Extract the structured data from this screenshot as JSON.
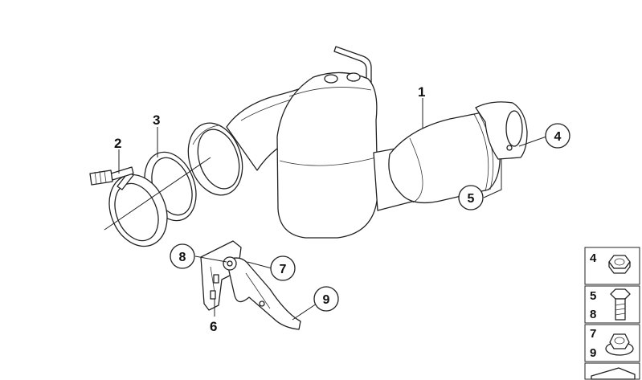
{
  "diagram": {
    "callouts_plain": [
      {
        "id": "1",
        "label": "1"
      },
      {
        "id": "2",
        "label": "2"
      },
      {
        "id": "3",
        "label": "3"
      },
      {
        "id": "6",
        "label": "6"
      }
    ],
    "callouts_circled": [
      {
        "id": "4",
        "label": "4"
      },
      {
        "id": "5",
        "label": "5"
      },
      {
        "id": "7",
        "label": "7"
      },
      {
        "id": "8",
        "label": "8"
      },
      {
        "id": "9",
        "label": "9"
      }
    ],
    "legend": [
      {
        "numbers": [
          "4"
        ],
        "icon": "nut-icon"
      },
      {
        "numbers": [
          "5",
          "8"
        ],
        "icon": "bolt-icon"
      },
      {
        "numbers": [
          "7",
          "9"
        ],
        "icon": "flange-nut-icon"
      }
    ]
  }
}
